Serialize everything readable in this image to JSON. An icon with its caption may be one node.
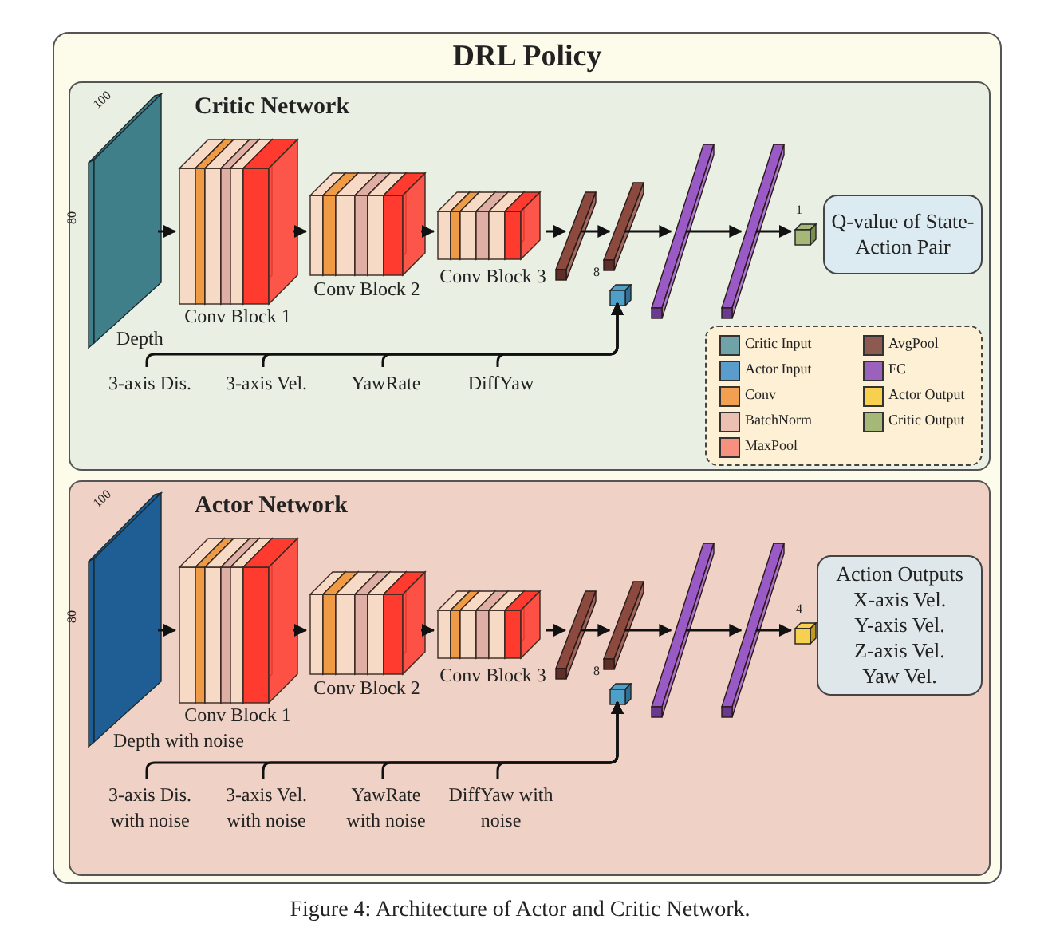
{
  "diagram": {
    "caption": "Figure 4: Architecture of Actor and Critic Network.",
    "nodes": [
      {
        "text": [
          "DRL Policy"
        ]
      },
      {
        "text": [
          "Critic Network"
        ],
        "in": 0
      },
      {
        "text": [
          "Depth"
        ],
        "in": 1
      },
      {
        "text": [
          "Conv Block 1"
        ],
        "in": 1
      },
      {
        "text": [
          "Conv Block 2"
        ],
        "in": 1
      },
      {
        "text": [
          "Conv Block 3"
        ],
        "in": 1
      },
      {
        "text": [],
        "shape": "bar",
        "in": 1
      },
      {
        "text": [],
        "shape": "bar",
        "in": 1
      },
      {
        "text": [],
        "shape": "bar",
        "in": 1
      },
      {
        "text": [],
        "shape": "bar",
        "in": 1
      },
      {
        "text": [],
        "shape": "box",
        "in": 1
      },
      {
        "text": [
          "Q-value of State-Action Pair"
        ],
        "in": 1
      },
      {
        "text": [],
        "shape": "box",
        "in": 1
      },
      {
        "text": [
          "3-axis Dis."
        ],
        "in": 1
      },
      {
        "text": [
          "3-axis Vel."
        ],
        "in": 1
      },
      {
        "text": [
          "YawRate"
        ],
        "in": 1
      },
      {
        "text": [
          "DiffYaw"
        ],
        "in": 1
      },
      {
        "text": [
          "Actor Network"
        ],
        "in": 0
      },
      {
        "text": [
          "Depth with noise"
        ],
        "in": 17
      },
      {
        "text": [
          "Conv Block 1"
        ],
        "in": 17
      },
      {
        "text": [
          "Conv Block 2"
        ],
        "in": 17
      },
      {
        "text": [
          "Conv Block 3"
        ],
        "in": 17
      },
      {
        "text": [],
        "shape": "bar",
        "in": 17
      },
      {
        "text": [],
        "shape": "bar",
        "in": 17
      },
      {
        "text": [],
        "shape": "bar",
        "in": 17
      },
      {
        "text": [],
        "shape": "bar",
        "in": 17
      },
      {
        "text": [],
        "shape": "box",
        "in": 17
      },
      {
        "text": [
          "Action Outputs",
          "X-axis Vel.",
          "Y-axis Vel.",
          "Z-axis Vel.",
          "Yaw Vel."
        ],
        "in": 17
      },
      {
        "text": [],
        "shape": "box",
        "in": 17
      },
      {
        "text": [
          "3-axis Dis. with noise"
        ],
        "in": 17
      },
      {
        "text": [
          "3-axis Vel. with noise"
        ],
        "in": 17
      },
      {
        "text": [
          "YawRate with noise"
        ],
        "in": 17
      },
      {
        "text": [
          "DiffYaw with noise"
        ],
        "in": 17
      }
    ],
    "edges": [
      {
        "from": 2,
        "to": 3,
        "arrow": "to"
      },
      {
        "from": 3,
        "to": 4,
        "arrow": "to"
      },
      {
        "from": 4,
        "to": 5,
        "arrow": "to"
      },
      {
        "from": 5,
        "to": 6,
        "arrow": "to"
      },
      {
        "from": 6,
        "to": 7,
        "arrow": "to"
      },
      {
        "from": 7,
        "to": 8,
        "arrow": "to"
      },
      {
        "from": 8,
        "to": 9,
        "arrow": "to"
      },
      {
        "from": 9,
        "to": 10,
        "arrow": "to"
      },
      {
        "from": 13,
        "to": 12,
        "arrow": "to"
      },
      {
        "from": 14,
        "to": 12,
        "arrow": "to"
      },
      {
        "from": 15,
        "to": 12,
        "arrow": "to"
      },
      {
        "from": 16,
        "to": 12,
        "arrow": "to"
      },
      {
        "from": 18,
        "to": 19,
        "arrow": "to"
      },
      {
        "from": 19,
        "to": 20,
        "arrow": "to"
      },
      {
        "from": 20,
        "to": 21,
        "arrow": "to"
      },
      {
        "from": 21,
        "to": 22,
        "arrow": "to"
      },
      {
        "from": 22,
        "to": 23,
        "arrow": "to"
      },
      {
        "from": 23,
        "to": 24,
        "arrow": "to"
      },
      {
        "from": 24,
        "to": 25,
        "arrow": "to"
      },
      {
        "from": 25,
        "to": 26,
        "arrow": "to"
      },
      {
        "from": 29,
        "to": 28,
        "arrow": "to"
      },
      {
        "from": 30,
        "to": 28,
        "arrow": "to"
      },
      {
        "from": 31,
        "to": 28,
        "arrow": "to"
      },
      {
        "from": 32,
        "to": 28,
        "arrow": "to"
      }
    ],
    "labels": [
      "100",
      "80",
      "8",
      "1",
      "100",
      "80",
      "8",
      "4"
    ],
    "legend": [
      {
        "text": "Critic Input",
        "color": "#6fa3a8"
      },
      {
        "text": "Actor Input",
        "color": "#5a9ccb"
      },
      {
        "text": "Conv",
        "color": "#f0a050"
      },
      {
        "text": "BatchNorm",
        "color": "#ebc0b2"
      },
      {
        "text": "MaxPool",
        "color": "#f7907e"
      },
      {
        "text": "AvgPool",
        "color": "#8c5a4e"
      },
      {
        "text": "FC",
        "color": "#9a62bd"
      },
      {
        "text": "Actor Output",
        "color": "#f7d050"
      },
      {
        "text": "Critic Output",
        "color": "#a5b878"
      }
    ]
  }
}
